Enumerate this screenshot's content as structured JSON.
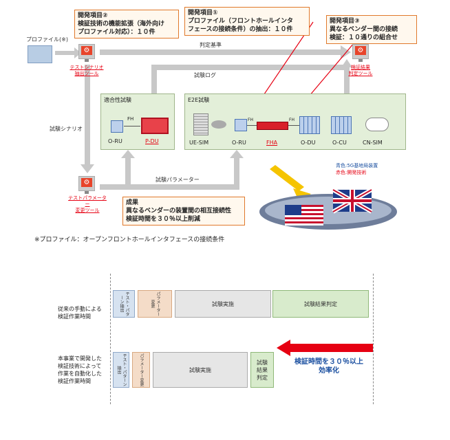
{
  "callouts": {
    "item2": {
      "title": "開発項目②",
      "line1": "検証技術の機能拡張（海外向け",
      "line2": "プロファイル対応）：１０件"
    },
    "item1": {
      "title": "開発項目①",
      "line1": "プロファイル（フロントホールインタ",
      "line2": "フェースの接続条件）の抽出：１０件"
    },
    "item3": {
      "title": "開発項目③",
      "line1": "異なるベンダー間の接続",
      "line2": "検証：１０通りの組合せ"
    },
    "result": {
      "title": "成果",
      "line1": "異なるベンダーの装置間の相互接続性",
      "line2": "検証時間を３０％以上削減"
    }
  },
  "profile_label": "プロファイル(※)",
  "tools": {
    "scenario": {
      "line1": "テストシナリオ",
      "line2": "抽出ツール"
    },
    "result": {
      "line1": "検証結果",
      "line2": "判定ツール"
    },
    "param": {
      "line1": "テストパラメーター",
      "line2": "変更ツール"
    }
  },
  "flow_labels": {
    "criteria": "判定基準",
    "log": "試験ログ",
    "scenario": "試験シナリオ",
    "params": "試験パラメーター"
  },
  "conformance": {
    "title": "適合性試験",
    "fh": "FH",
    "devices": [
      "O-RU",
      "P-DU"
    ]
  },
  "e2e": {
    "title": "E2E試験",
    "fh1": "FH",
    "fh2": "FH",
    "devices": [
      "UE-SIM",
      "O-RU",
      "FHA",
      "O-DU",
      "O-CU",
      "CN-SIM"
    ]
  },
  "legend": {
    "blue": "青色:5G基地局装置",
    "red": "赤色:開発技術"
  },
  "footnote": "※プロファイル：オープンフロントホールインタフェースの接続条件",
  "timeline": {
    "row1_label": {
      "line1": "従来の手動による",
      "line2": "検証作業時間"
    },
    "row2_label": {
      "line1": "本事業で開発した",
      "line2": "検証技術によって",
      "line3": "作業を自動化した",
      "line4": "検証作業時間"
    },
    "row1": {
      "s1": "テスト・パターン抽出",
      "s2": "パラメーター変更",
      "s3": "試験実施",
      "s4": "試験結果判定"
    },
    "row2": {
      "s1": "テスト・パターン抽出",
      "s2": "パラメーター変更",
      "s3": "試験実施",
      "s4a": "試験",
      "s4b": "結果",
      "s4c": "判定"
    },
    "efficiency": {
      "line1": "検証時間を３０％以上",
      "line2": "効率化"
    }
  },
  "colors": {
    "accent_orange": "#e0782a",
    "red": "#e60012",
    "blue": "#1a4fa0",
    "green_box": "#e3efd9",
    "arrow_gray": "#bfbfbf"
  }
}
